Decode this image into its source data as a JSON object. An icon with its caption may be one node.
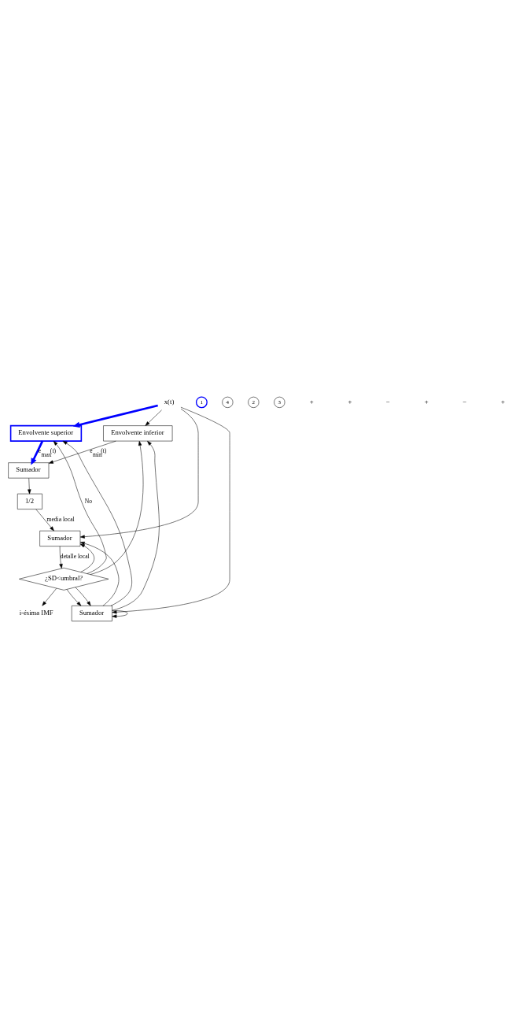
{
  "diagram": {
    "nodes": [
      {
        "text": [
          "x(t)"
        ]
      },
      {
        "text": [
          "1"
        ]
      },
      {
        "text": [
          "4"
        ]
      },
      {
        "text": [
          "2"
        ]
      },
      {
        "text": [
          "Envolvente superior"
        ]
      },
      {
        "text": [
          "Envolvente inferior"
        ]
      },
      {
        "text": [
          "Sumador"
        ]
      },
      {
        "text": [
          "1/2"
        ]
      },
      {
        "text": [
          "Sumador"
        ]
      },
      {
        "text": [
          "¿SD<umbral?"
        ]
      },
      {
        "text": [
          "3"
        ]
      },
      {
        "text": [
          "i-ésima IMF"
        ]
      },
      {
        "text": [
          "Sumador"
        ]
      }
    ],
    "edges": [
      {
        "from": 0,
        "to": 4,
        "arrow": "to",
        "style": "thick",
        "color": "#0000ff"
      },
      {
        "from": 0,
        "to": 5,
        "arrow": "to"
      },
      {
        "from": 0,
        "to": 8,
        "arrow": "to"
      },
      {
        "from": 0,
        "to": 12,
        "arrow": "to"
      },
      {
        "from": 9,
        "to": 4,
        "arrow": "to",
        "label": "No"
      },
      {
        "from": 9,
        "to": 5,
        "arrow": "to"
      },
      {
        "from": 9,
        "to": 8,
        "arrow": "to"
      },
      {
        "from": 9,
        "to": 12,
        "arrow": "to"
      },
      {
        "from": 12,
        "to": 4,
        "arrow": "to"
      },
      {
        "from": 12,
        "to": 5,
        "arrow": "to"
      },
      {
        "from": 12,
        "to": 8,
        "arrow": "to"
      },
      {
        "from": 12,
        "to": 12,
        "arrow": "to"
      },
      {
        "from": 4,
        "to": 6,
        "arrow": "to",
        "label": "e$_{max}$(t)",
        "style": "thick",
        "color": "#0000ff"
      },
      {
        "from": 5,
        "to": 6,
        "arrow": "to",
        "label": "e$_{min}$(t)"
      },
      {
        "from": 6,
        "to": 7,
        "arrow": "to"
      },
      {
        "from": 7,
        "to": 8,
        "arrow": "to",
        "label": "media local"
      },
      {
        "from": 8,
        "to": 9,
        "arrow": "to",
        "label": "detalle local"
      },
      {
        "from": 9,
        "to": 11,
        "arrow": "to"
      },
      {
        "from": 9,
        "to": 12,
        "arrow": "to"
      }
    ],
    "labels": [
      "+",
      "+",
      "−",
      "+",
      "−",
      "+"
    ]
  }
}
